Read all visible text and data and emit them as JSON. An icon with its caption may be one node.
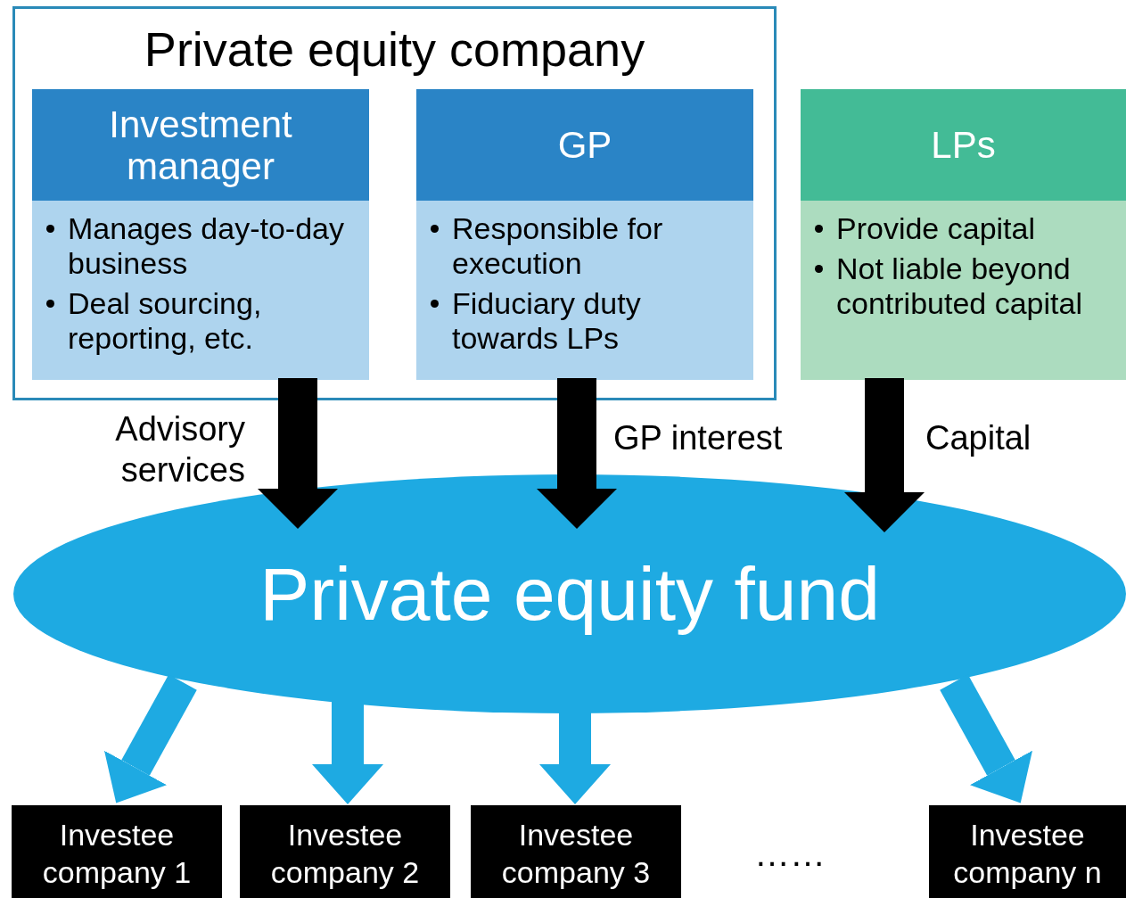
{
  "diagram": {
    "nodes": [
      {
        "text": [
          "Private equity company"
        ]
      },
      {
        "text": [
          "Investment manager",
          "Manages day-to-day business",
          "Deal sourcing, reporting, etc."
        ],
        "in": 0
      },
      {
        "text": [
          "GP",
          "Responsible for execution",
          "Fiduciary duty towards LPs"
        ],
        "in": 0
      },
      {
        "text": [
          "LPs",
          "Provide capital",
          "Not liable beyond contributed capital"
        ]
      },
      {
        "text": [
          "Private equity fund"
        ]
      },
      {
        "text": [
          "Investee company 1"
        ]
      },
      {
        "text": [
          "Investee company 2"
        ]
      },
      {
        "text": [
          "Investee company 3"
        ]
      },
      {
        "text": [
          "Investee company n"
        ]
      }
    ],
    "edges": [
      {
        "from": 1,
        "to": 4,
        "arrow": "to",
        "label": "Advisory services",
        "color": "#000000"
      },
      {
        "from": 2,
        "to": 4,
        "arrow": "to",
        "label": "GP interest",
        "color": "#000000"
      },
      {
        "from": 3,
        "to": 4,
        "arrow": "to",
        "label": "Capital",
        "color": "#000000"
      },
      {
        "from": 4,
        "to": 5,
        "arrow": "to"
      },
      {
        "from": 4,
        "to": 6,
        "arrow": "to"
      },
      {
        "from": 4,
        "to": 7,
        "arrow": "to"
      },
      {
        "from": 4,
        "to": 8,
        "arrow": "to"
      }
    ],
    "labels": [
      "……"
    ]
  }
}
